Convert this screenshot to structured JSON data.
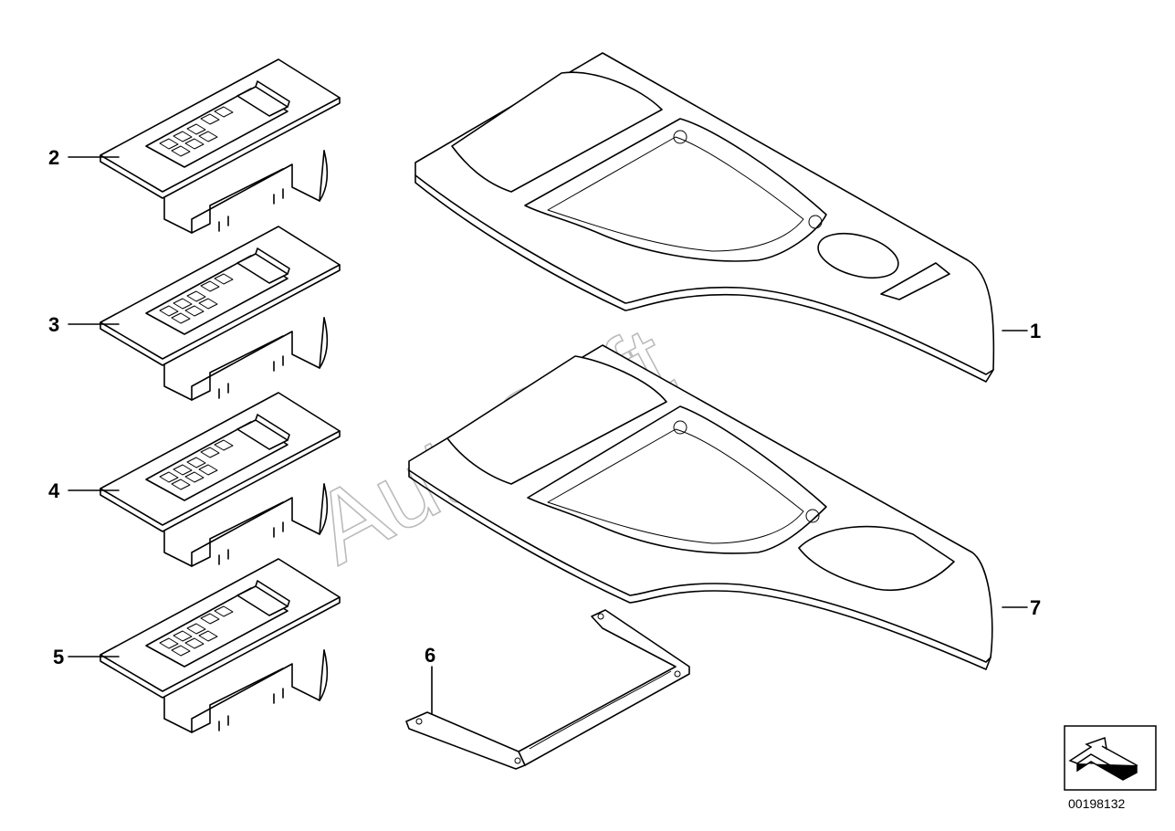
{
  "watermark": "AutoSoft",
  "diagram_id": "00198132",
  "labels": {
    "p1": "1",
    "p2": "2",
    "p3": "3",
    "p4": "4",
    "p5": "5",
    "p6": "6",
    "p7": "7"
  },
  "icons": {
    "orientation": "arrow-3d-icon"
  }
}
